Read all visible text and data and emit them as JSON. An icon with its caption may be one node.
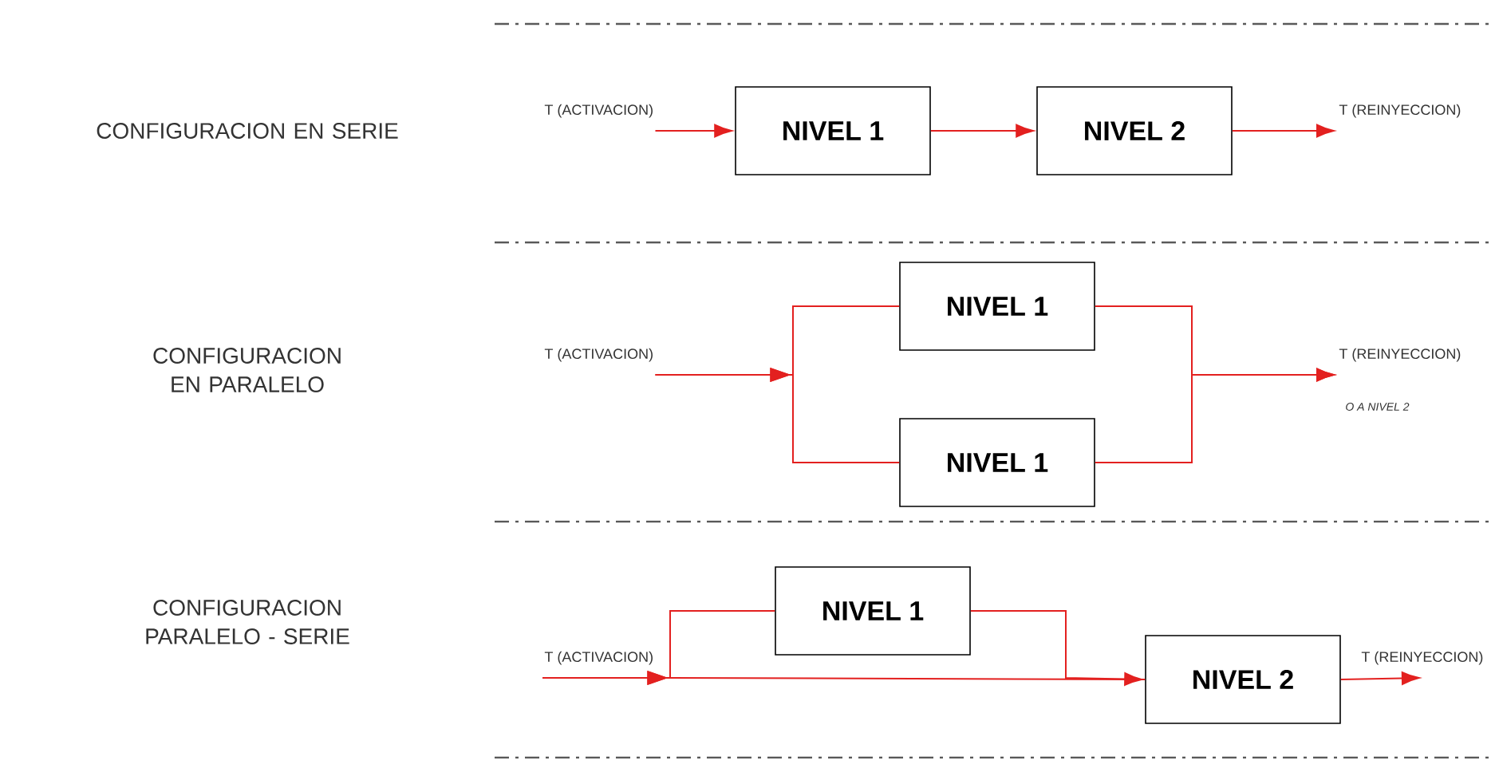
{
  "diagram": {
    "nodes": [
      {
        "text": [
          "T (ACTIVACION)"
        ]
      },
      {
        "text": [
          "NIVEL 1"
        ]
      },
      {
        "text": [
          "NIVEL 2"
        ]
      },
      {
        "text": [
          "T (REINYECCION)"
        ]
      },
      {
        "text": [
          "T (ACTIVACION)"
        ]
      },
      {
        "text": [
          "NIVEL 1"
        ]
      },
      {
        "text": [
          "NIVEL 1"
        ]
      },
      {
        "text": [
          "T (REINYECCION)"
        ],
        "beside": [
          "O A NIVEL 2"
        ]
      },
      {
        "text": [
          "T (ACTIVACION)"
        ]
      },
      {
        "text": [
          "NIVEL 1"
        ]
      },
      {
        "text": [
          "NIVEL 2"
        ]
      },
      {
        "text": [
          "T (REINYECCION)"
        ]
      }
    ],
    "edges": [
      {
        "from": 0,
        "to": 1,
        "arrow": "to"
      },
      {
        "from": 1,
        "to": 2,
        "arrow": "to"
      },
      {
        "from": 2,
        "to": 3,
        "arrow": "to"
      },
      {
        "from": 4,
        "to": 5,
        "arrow": "to"
      },
      {
        "from": 4,
        "to": 6,
        "arrow": "to"
      },
      {
        "from": 5,
        "to": 7,
        "arrow": "to"
      },
      {
        "from": 6,
        "to": 7,
        "arrow": "to"
      },
      {
        "from": 8,
        "to": 9,
        "arrow": "to"
      },
      {
        "from": 8,
        "to": 10,
        "arrow": "to"
      },
      {
        "from": 9,
        "to": 10,
        "arrow": "to"
      },
      {
        "from": 10,
        "to": 11,
        "arrow": "to"
      }
    ],
    "labels": [
      "CONFIGURACION EN SERIE",
      "CONFIGURACION EN PARALELO",
      "CONFIGURACION PARALELO - SERIE"
    ]
  }
}
